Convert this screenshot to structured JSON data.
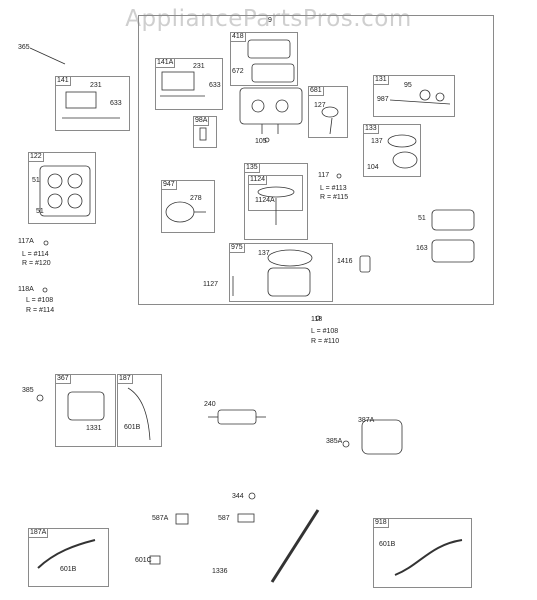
{
  "watermark": "AppliancePartsPros.com",
  "tags": {
    "t418": "418",
    "t141": "141",
    "t141A": "141A",
    "t98A": "98A",
    "t681": "681",
    "t131": "131",
    "t133": "133",
    "t122": "122",
    "t947": "947",
    "t135": "135",
    "t1124": "1124",
    "t975": "975",
    "t367": "367",
    "t187": "187",
    "t387A_box": "",
    "t187A": "187A",
    "t918": "918"
  },
  "labels": {
    "l365": "365",
    "l231a": "231",
    "l633a": "633",
    "l231b": "231",
    "l633b": "633",
    "l672": "672",
    "l51a": "51",
    "l51b": "51",
    "l117A": "117A",
    "l117A_L": "L = #114",
    "l117A_R": "R = #120",
    "l118A": "118A",
    "l118A_L": "L = #108",
    "l118A_R": "R = #114",
    "l105": "105",
    "l127": "127",
    "l95": "95",
    "l987": "987",
    "l137a": "137",
    "l104": "104",
    "l117": "117",
    "l117_L": "L = #113",
    "l117_R": "R = #115",
    "l278": "278",
    "l1124A": "1124A",
    "l51c": "51",
    "l163": "163",
    "l137b": "137",
    "l1416": "1416",
    "l1127": "1127",
    "l118": "118",
    "l118_L": "L = #108",
    "l118_R": "R = #110",
    "l385": "385",
    "l1331": "1331",
    "l601B_a": "601B",
    "l240": "240",
    "l387A": "387A",
    "l385A": "385A",
    "l344": "344",
    "l587A": "587A",
    "l587": "587",
    "l601C": "601C",
    "l1336": "1336",
    "l601B_b": "601B",
    "l601B_c": "601B",
    "l9": "9"
  }
}
